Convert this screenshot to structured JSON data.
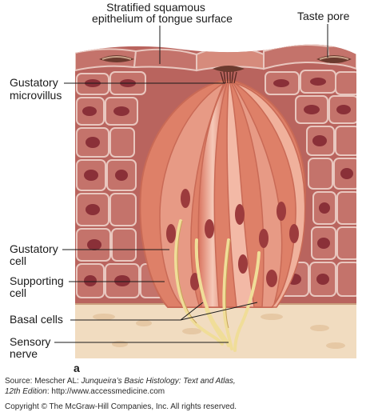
{
  "labels": {
    "epithelium_line1": "Stratified squamous",
    "epithelium_line2": "epithelium of tongue surface",
    "taste_pore": "Taste pore",
    "microvillus_line1": "Gustatory",
    "microvillus_line2": "microvillus",
    "gustatory_cell_line1": "Gustatory",
    "gustatory_cell_line2": "cell",
    "supporting_cell_line1": "Supporting",
    "supporting_cell_line2": "cell",
    "basal_cells": "Basal cells",
    "sensory_nerve_line1": "Sensory",
    "sensory_nerve_line2": "nerve"
  },
  "panel_letter": "a",
  "caption": {
    "source_prefix": "Source: Mescher AL: ",
    "book_title": "Junqueira’s Basic Histology: Text and Atlas,",
    "edition": "12th Edition",
    "url_text": ": http://www.accessmedicine.com",
    "copyright": "Copyright © The McGraw-Hill Companies, Inc. All rights reserved."
  },
  "colors": {
    "epithelium": "#b9645e",
    "cell_border": "#e9c7bf",
    "nucleus": "#7f2d34",
    "bud_outer": "#e98a72",
    "bud_inner": "#f4c2b2",
    "nerve": "#f0dd98",
    "connective_tissue": "#f1dcc0"
  }
}
